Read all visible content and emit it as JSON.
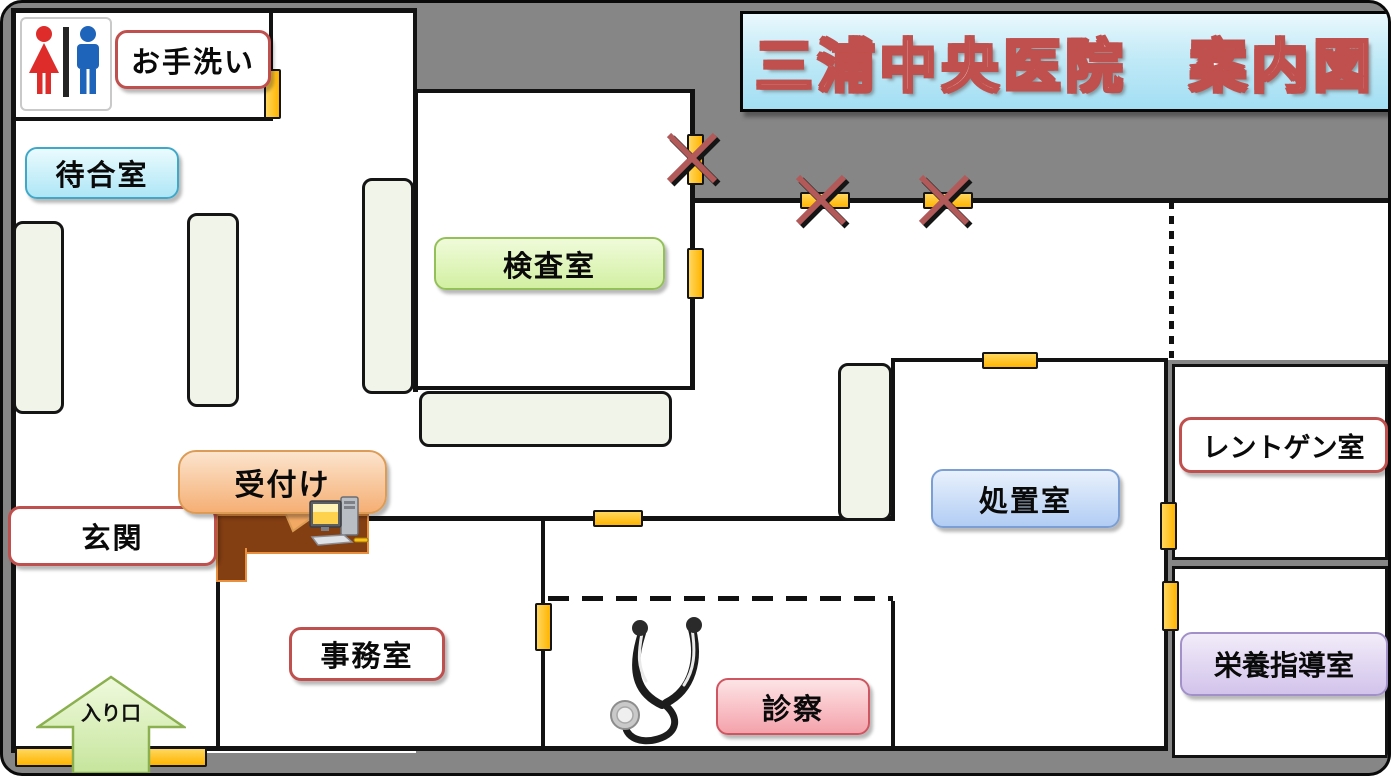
{
  "title": "三浦中央医院　案内図",
  "labels": {
    "toilet": "お手洗い",
    "waiting_room": "待合室",
    "exam_room": "検査室",
    "xray_room": "レントゲン室",
    "treatment_room": "処置室",
    "nutrition_room": "栄養指導室",
    "entrance_hall": "玄関",
    "office": "事務室",
    "consultation": "診察",
    "reception": "受付け",
    "entrance_arrow": "入り口"
  },
  "icons": {
    "restroom_sign": "men-women-restroom-icon",
    "stethoscope": "stethoscope-icon",
    "computer": "reception-computer-icon",
    "door_marker": "orange-door-marker",
    "closed_door": "red-x-closed-door-marker"
  },
  "colors": {
    "background": "#868686",
    "wall": "#121212",
    "door": "#FFB400",
    "closed_x": "#B25A5A",
    "title_outline": "#C0504D",
    "bench": "#F1F4E8",
    "desk": "#833E12"
  }
}
